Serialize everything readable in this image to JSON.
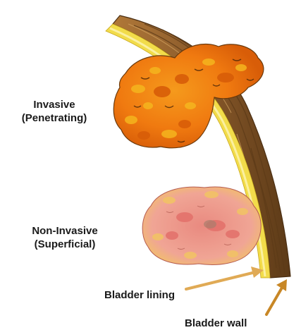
{
  "labels": {
    "invasive_line1": "Invasive",
    "invasive_line2": "(Penetrating)",
    "noninvasive_line1": "Non-Invasive",
    "noninvasive_line2": "(Superficial)",
    "bladder_lining": "Bladder lining",
    "bladder_wall": "Bladder wall"
  },
  "colors": {
    "wall_brown": "#8a5a2b",
    "wall_brown_dark": "#5c3a17",
    "lining_yellow": "#f2dc4a",
    "lining_pale": "#fbf0a0",
    "invasive_orange": "#f07a10",
    "invasive_yellow": "#f5b51e",
    "noninvasive_pink": "#ec8f86",
    "noninvasive_yellow": "#f2c463",
    "arrow": "#e0aa55",
    "arrow_dark": "#c88726"
  }
}
